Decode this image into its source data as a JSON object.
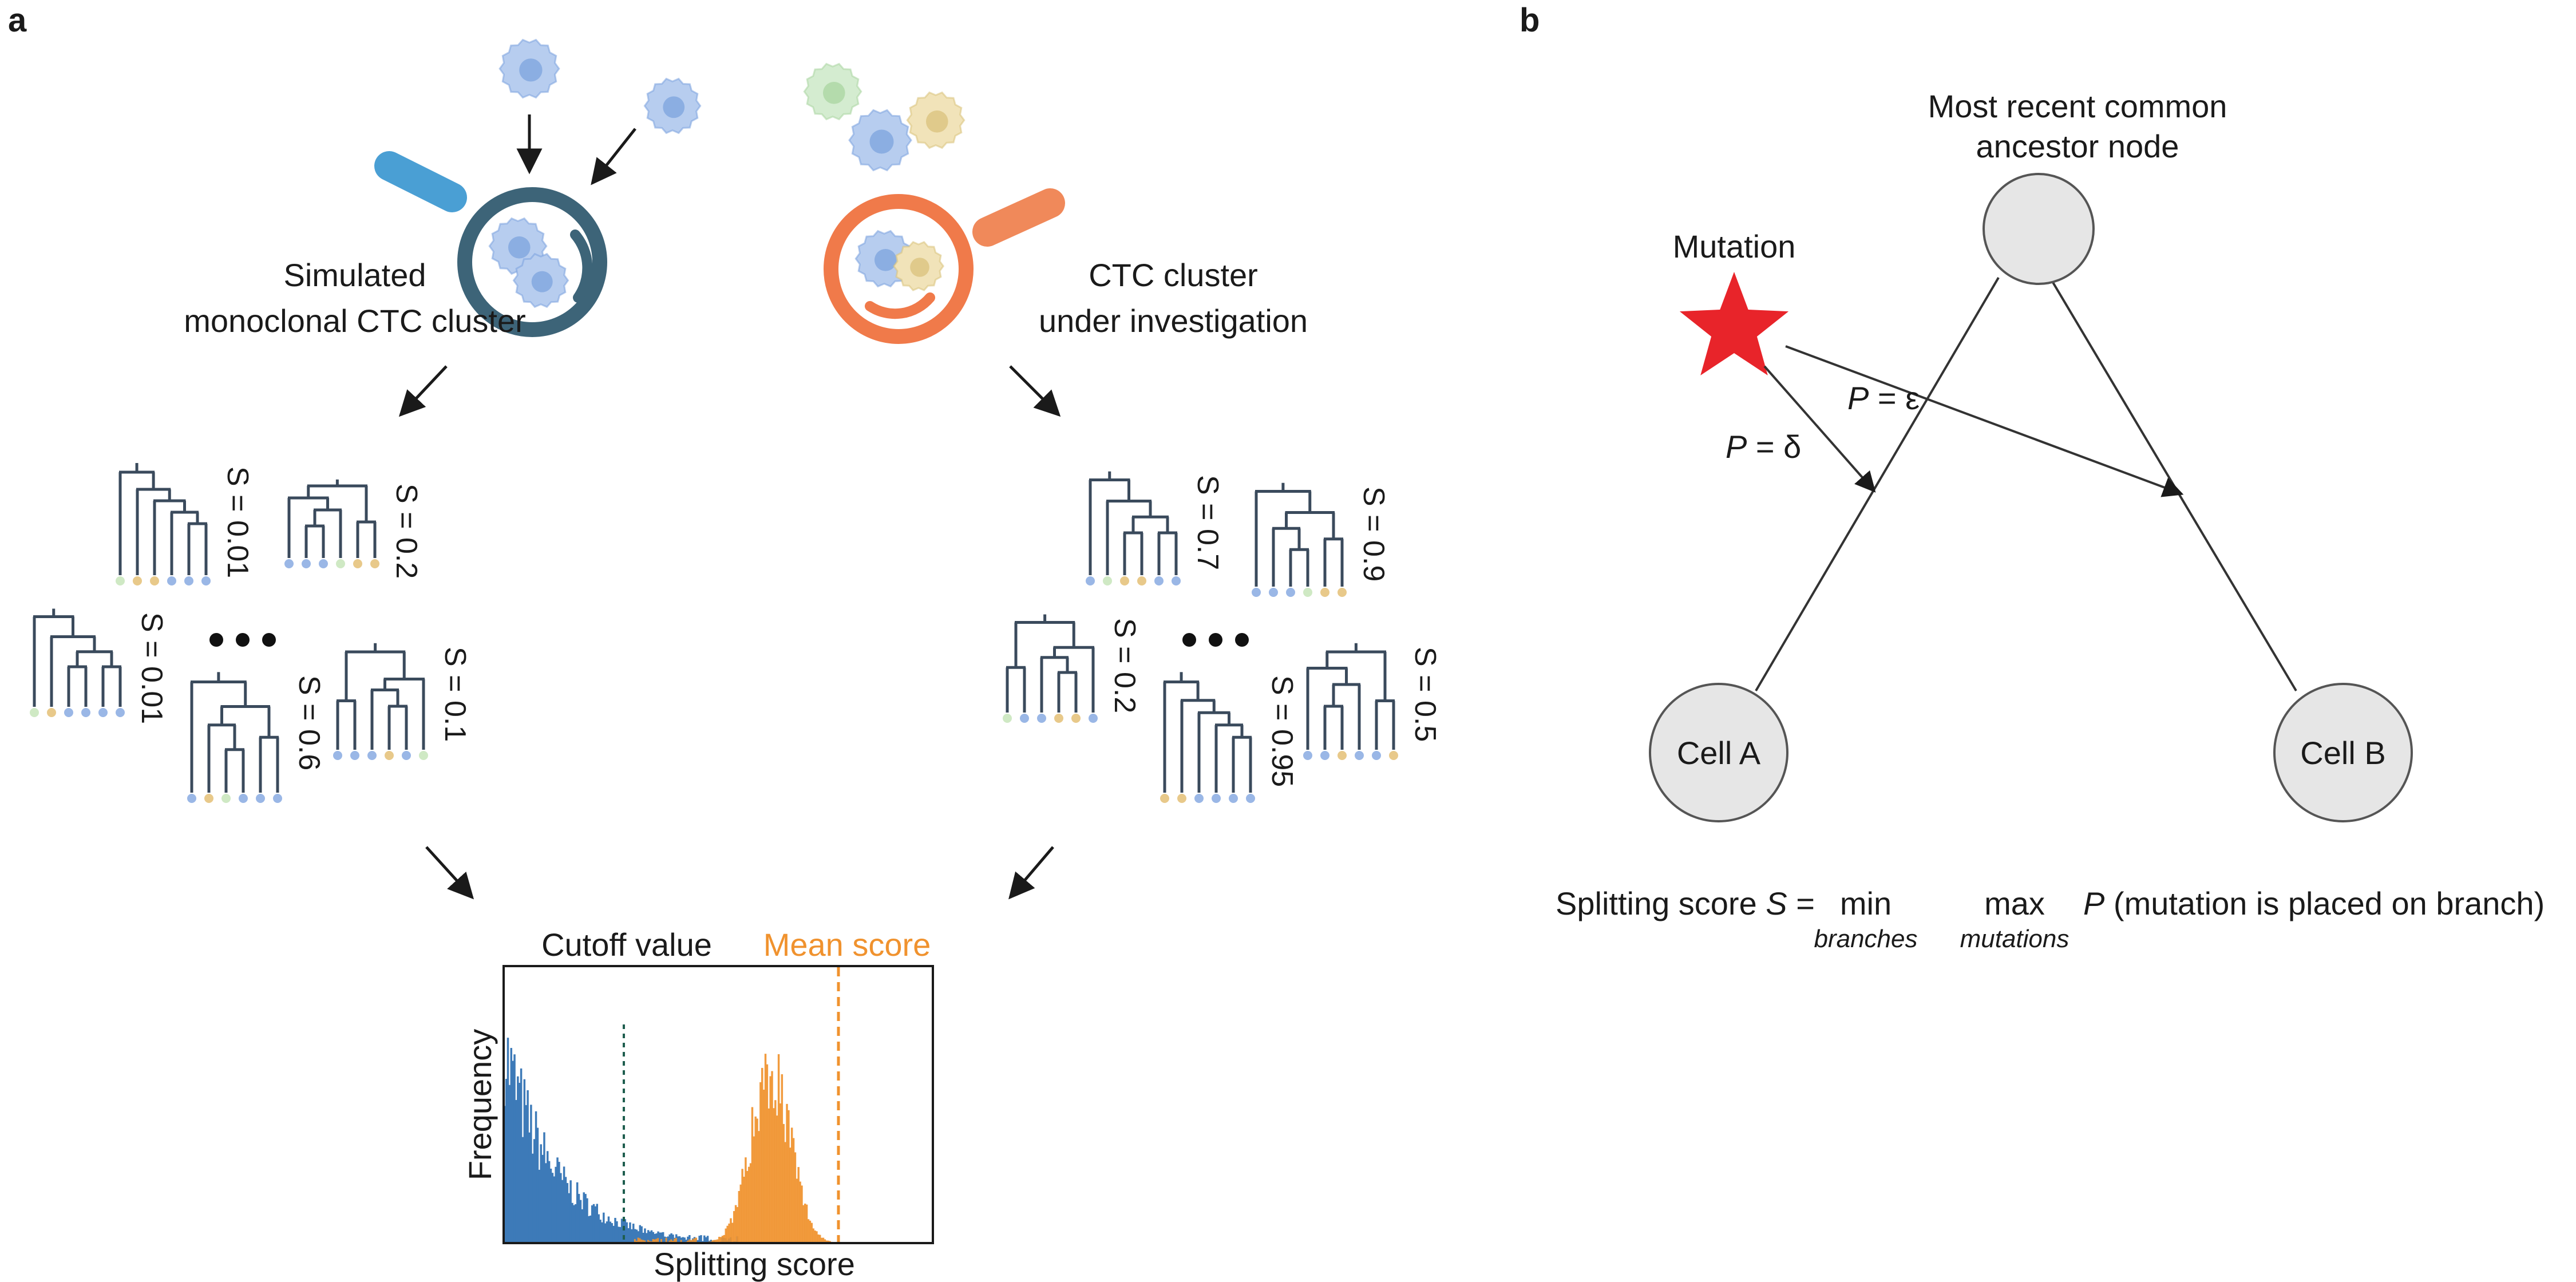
{
  "panel_a": {
    "letter": "a",
    "left_caption": [
      "Simulated",
      "monoclonal CTC cluster"
    ],
    "right_caption": [
      "CTC cluster",
      "under investigation"
    ],
    "left_trees": [
      {
        "score": "S = 0.01",
        "leaves": [
          "#cfe9c4",
          "#e8c98a",
          "#e8c98a",
          "#9ab7e6",
          "#9ab7e6",
          "#9ab7e6"
        ]
      },
      {
        "score": "S = 0.2",
        "leaves": [
          "#9ab7e6",
          "#9ab7e6",
          "#9ab7e6",
          "#cfe9c4",
          "#e8c98a",
          "#e8c98a"
        ]
      },
      {
        "score": "S = 0.01",
        "leaves": [
          "#cfe9c4",
          "#e8c98a",
          "#9ab7e6",
          "#9ab7e6",
          "#9ab7e6",
          "#9ab7e6"
        ]
      },
      {
        "score": "S = 0.6",
        "leaves": [
          "#9ab7e6",
          "#e8c98a",
          "#cfe9c4",
          "#9ab7e6",
          "#9ab7e6",
          "#9ab7e6"
        ]
      },
      {
        "score": "S = 0.1",
        "leaves": [
          "#9ab7e6",
          "#9ab7e6",
          "#9ab7e6",
          "#e8c98a",
          "#9ab7e6",
          "#cfe9c4"
        ]
      }
    ],
    "right_trees": [
      {
        "score": "S = 0.7",
        "leaves": [
          "#9ab7e6",
          "#cfe9c4",
          "#e8c98a",
          "#e8c98a",
          "#9ab7e6",
          "#9ab7e6"
        ]
      },
      {
        "score": "S = 0.9",
        "leaves": [
          "#9ab7e6",
          "#9ab7e6",
          "#9ab7e6",
          "#cfe9c4",
          "#e8c98a",
          "#e8c98a"
        ]
      },
      {
        "score": "S = 0.2",
        "leaves": [
          "#cfe9c4",
          "#9ab7e6",
          "#9ab7e6",
          "#e8c98a",
          "#e8c98a",
          "#9ab7e6"
        ]
      },
      {
        "score": "S = 0.95",
        "leaves": [
          "#e8c98a",
          "#e8c98a",
          "#9ab7e6",
          "#9ab7e6",
          "#9ab7e6",
          "#9ab7e6"
        ]
      },
      {
        "score": "S = 0.5",
        "leaves": [
          "#9ab7e6",
          "#9ab7e6",
          "#e8c98a",
          "#9ab7e6",
          "#9ab7e6",
          "#e8c98a"
        ]
      }
    ],
    "histogram": {
      "cutoff_label": "Cutoff value",
      "mean_label": "Mean score",
      "ylabel": "Frequency",
      "xlabel": "Splitting score",
      "colors": {
        "simulated": "#3d7ab8",
        "investigated": "#f0922e",
        "cutoff_line": "#1f5e4f",
        "mean_line": "#f0922e"
      }
    },
    "colors": {
      "left_magnifier": "#3d6478",
      "left_handle": "#4a9fd4",
      "right_magnifier": "#f07a4a",
      "right_handle": "#f0895a",
      "tree_lines": "#3a4a5c"
    }
  },
  "panel_b": {
    "letter": "b",
    "ancestor_label": [
      "Most recent common",
      "ancestor node"
    ],
    "mutation_label": "Mutation",
    "p_epsilon": {
      "var": "P",
      "rest": " = ε"
    },
    "p_delta": {
      "var": "P",
      "rest": " = δ"
    },
    "cell_a": "Cell A",
    "cell_b": "Cell B",
    "formula": {
      "prefix": "Splitting score ",
      "var": "S",
      "eq": " = ",
      "min": "min",
      "min_sub": "branches",
      "max": "max",
      "max_sub": "mutations",
      "p": "P",
      "tail": " (mutation is placed on branch)"
    },
    "colors": {
      "node_fill": "#e6e6e6",
      "node_stroke": "#555555",
      "star": "#e8242a"
    }
  }
}
